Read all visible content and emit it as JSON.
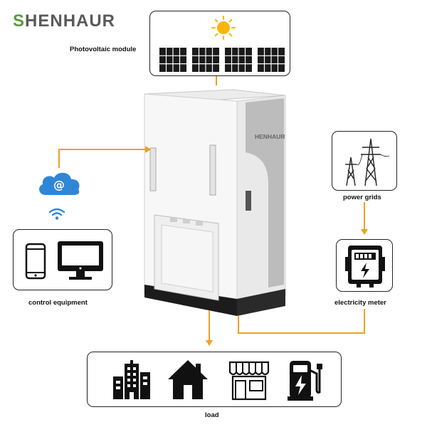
{
  "brand": {
    "logo_initial": "S",
    "logo_rest": "HENHAUR",
    "cabinet_brand": "HENHAUR"
  },
  "labels": {
    "pv": "Photovoltaic module",
    "grid": "power grids",
    "control": "control equipment",
    "meter": "electricity meter",
    "load": "load"
  },
  "colors": {
    "connector": "#f0a020",
    "logo_green": "#5a9a3a",
    "cloud_blue": "#2f86d6",
    "wifi_blue": "#2f86d6"
  },
  "icons": {
    "pv": [
      "sun-icon",
      "solar-panel-icon"
    ],
    "grid": [
      "power-tower-icon"
    ],
    "control": [
      "phone-icon",
      "monitor-icon"
    ],
    "network": [
      "cloud-at-icon",
      "wifi-icon"
    ],
    "meter": [
      "electricity-meter-icon"
    ],
    "load": [
      "building-icon",
      "house-icon",
      "shop-icon",
      "charging-station-icon"
    ]
  }
}
